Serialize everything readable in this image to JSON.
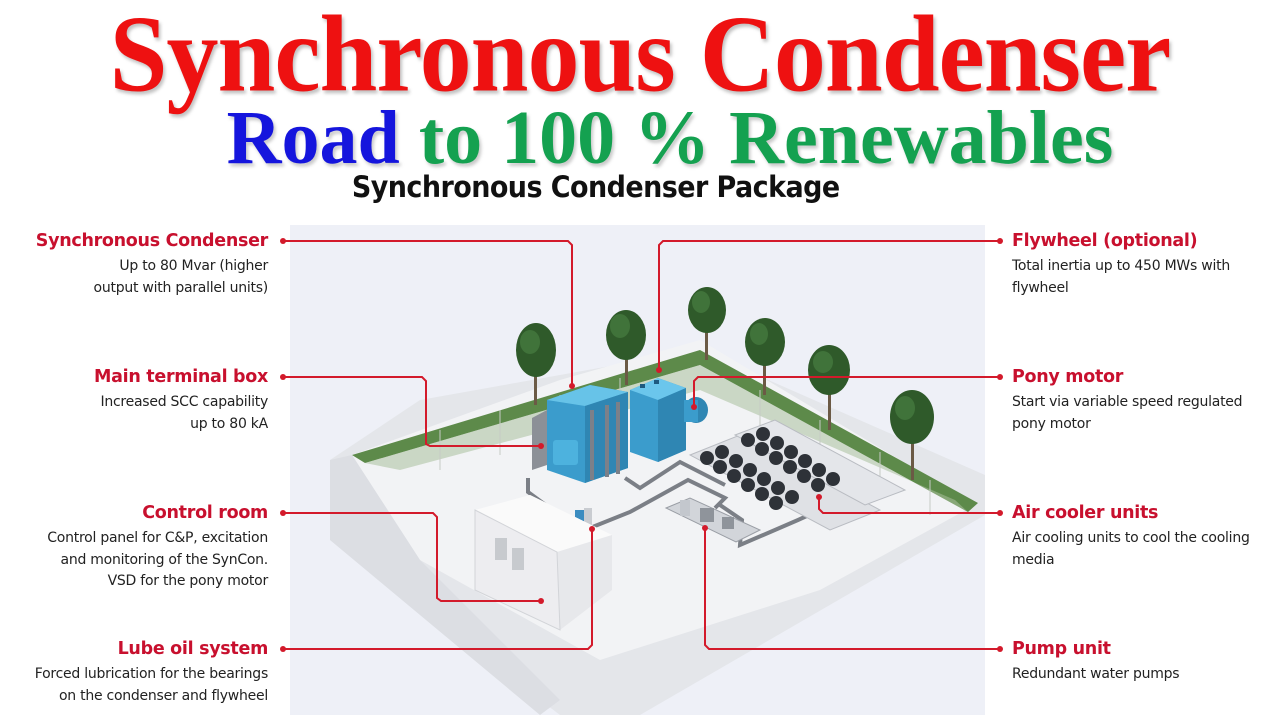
{
  "header": {
    "title": "Synchronous Condenser",
    "subtitle_part1": "Road",
    "subtitle_part2": "to 100 % Renewables",
    "package_title": "Synchronous Condenser Package"
  },
  "colors": {
    "title_red": "#ee1111",
    "subtitle_blue": "#1515dd",
    "subtitle_green": "#14a150",
    "callout_red": "#c8102e",
    "leader_line": "#d31a2b",
    "panel_bg": "#eef0f7",
    "machine_blue": "#3fa9d6",
    "grass": "#5d8a4a"
  },
  "callouts_left": [
    {
      "title": "Synchronous Condenser",
      "desc": [
        "Up to 80 Mvar (higher",
        "output with parallel units)"
      ]
    },
    {
      "title": "Main terminal box",
      "desc": [
        "Increased SCC capability",
        "up to 80 kA"
      ]
    },
    {
      "title": "Control room",
      "desc": [
        "Control panel for C&P, excitation",
        "and  monitoring of the SynCon.",
        "VSD for the pony motor"
      ]
    },
    {
      "title": "Lube oil system",
      "desc": [
        "Forced lubrication for the bearings",
        "on the condenser and  flywheel"
      ]
    }
  ],
  "callouts_right": [
    {
      "title": "Flywheel (optional)",
      "desc": [
        "Total inertia up to 450 MWs with",
        "flywheel"
      ]
    },
    {
      "title": "Pony motor",
      "desc": [
        "Start via variable speed regulated",
        "pony motor"
      ]
    },
    {
      "title": "Air cooler units",
      "desc": [
        "Air cooling units to cool the cooling",
        "media"
      ]
    },
    {
      "title": "Pump unit",
      "desc": [
        "Redundant water pumps"
      ]
    }
  ],
  "illustration": {
    "components": [
      "synchronous-condenser",
      "main-terminal-box",
      "flywheel",
      "pony-motor",
      "air-cooler-units",
      "pump-unit",
      "lube-oil-system",
      "control-room",
      "trees",
      "fence"
    ]
  }
}
